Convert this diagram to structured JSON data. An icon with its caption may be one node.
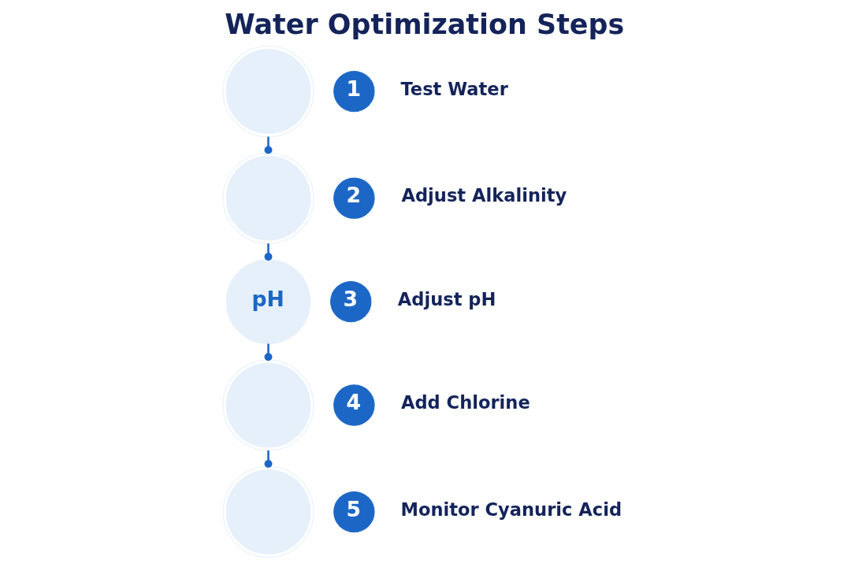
{
  "diagram": {
    "title": "Water Optimization Steps",
    "nodes": [
      {
        "text": [],
        "shape": "picture"
      },
      {
        "text": [
          "1"
        ],
        "beside": [
          "Test Water"
        ]
      },
      {
        "text": [],
        "shape": "picture"
      },
      {
        "text": [
          "2"
        ],
        "beside": [
          "Adjust Alkalinity"
        ]
      },
      {
        "text": [
          "pH"
        ]
      },
      {
        "text": [
          "3"
        ],
        "beside": [
          "Adjust pH"
        ]
      },
      {
        "text": [],
        "shape": "picture"
      },
      {
        "text": [
          "4"
        ],
        "beside": [
          "Add Chlorine"
        ]
      },
      {
        "text": [],
        "shape": "picture"
      },
      {
        "text": [
          "5"
        ],
        "beside": [
          "Monitor Cyanuric Acid"
        ]
      }
    ],
    "edges": [
      {
        "from": 0,
        "to": 2,
        "arrow": "other"
      },
      {
        "from": 2,
        "to": 4,
        "arrow": "other"
      },
      {
        "from": 4,
        "to": 6,
        "arrow": "other"
      },
      {
        "from": 6,
        "to": 8,
        "arrow": "other"
      }
    ]
  }
}
